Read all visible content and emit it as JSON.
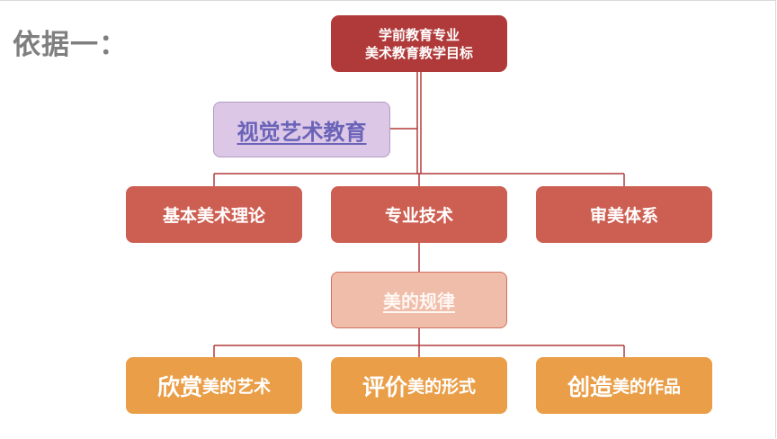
{
  "heading": "依据一：",
  "root": {
    "line1": "学前教育专业",
    "line2": "美术教育教学目标"
  },
  "visual_arts": "视觉艺术教育",
  "level2": [
    {
      "label": "基本美术理论"
    },
    {
      "label": "专业技术"
    },
    {
      "label": "审美体系"
    }
  ],
  "beauty_law": "美的规律",
  "level4": [
    {
      "big": "欣赏",
      "small": "美的艺术"
    },
    {
      "big": "评价",
      "small": "美的形式"
    },
    {
      "big": "创造",
      "small": "美的作品"
    }
  ],
  "colors": {
    "root": "#b03a3a",
    "level2": "#cd5f52",
    "beauty_law": "#efbda9",
    "level4": "#e99e47",
    "visual_arts": "#dcc7e6",
    "connector": "#b23a3a"
  }
}
